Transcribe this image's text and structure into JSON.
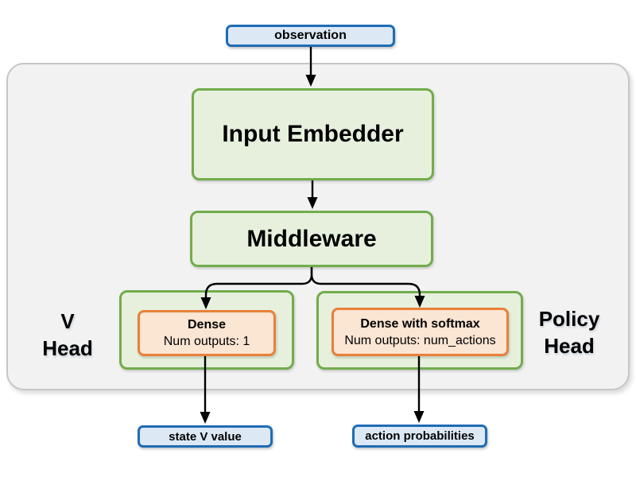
{
  "diagram": {
    "nodes": {
      "observation": {
        "label": "observation"
      },
      "input_embedder": {
        "label": "Input Embedder"
      },
      "middleware": {
        "label": "Middleware"
      },
      "v_head": {
        "label_line1": "V",
        "label_line2": "Head",
        "dense": {
          "title": "Dense",
          "subtitle": "Num outputs: 1"
        }
      },
      "policy_head": {
        "label_line1": "Policy",
        "label_line2": "Head",
        "dense": {
          "title": "Dense with softmax",
          "subtitle": "Num outputs: num_actions"
        }
      },
      "state_v_value": {
        "label": "state V value"
      },
      "action_probabilities": {
        "label": "action probabilities"
      }
    },
    "edges": [
      {
        "from": "observation",
        "to": "input_embedder"
      },
      {
        "from": "input_embedder",
        "to": "middleware"
      },
      {
        "from": "middleware",
        "to": "v_head.dense"
      },
      {
        "from": "middleware",
        "to": "policy_head.dense"
      },
      {
        "from": "v_head.dense",
        "to": "state_v_value"
      },
      {
        "from": "policy_head.dense",
        "to": "action_probabilities"
      }
    ],
    "colors": {
      "blue_border": "#1f6cb5",
      "blue_fill": "#dce9f5",
      "green_border": "#72ac4c",
      "green_fill": "#e6f0dd",
      "orange_border": "#e8803a",
      "orange_fill": "#fbe5d3",
      "group_fill": "#f2f2f2",
      "group_border": "#c6c6c6",
      "arrow": "#000000",
      "text": "#000000"
    }
  }
}
